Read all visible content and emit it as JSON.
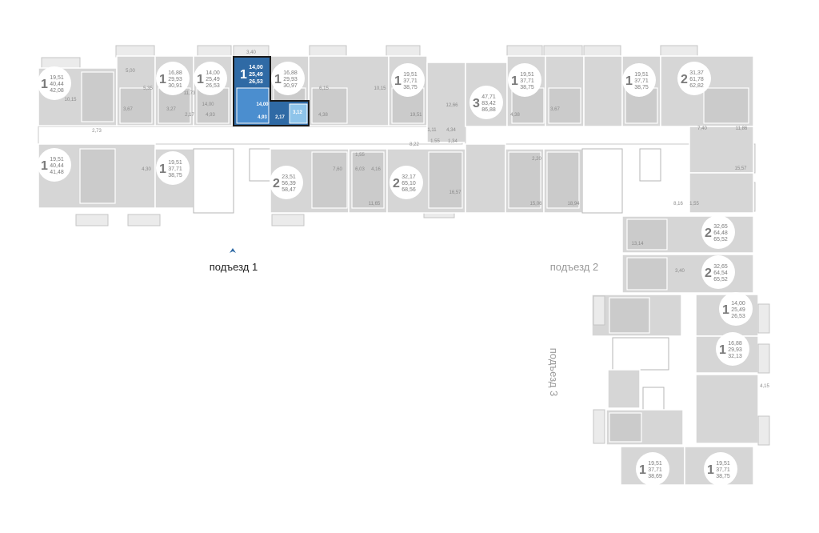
{
  "colors": {
    "unit": "#d6d6d6",
    "room": "#cbcbcb",
    "selected": "#2f6aa5",
    "selected_room": "#4b8ecf",
    "selected_bath": "#8ec4ea",
    "entrance_arrow": "#2f6aa5"
  },
  "entrances": {
    "e1": "подъезд 1",
    "e2": "подъезд 2",
    "e3": "подъезд 3"
  },
  "selected_apartment": {
    "rooms": "1",
    "living_area": "14,00",
    "total_area": "25,49",
    "area_with_balcony": "26,53",
    "room_area": "14,00",
    "kitchen_area": "4,93",
    "hall_area": "2,17",
    "bath_area": "3,12",
    "balcony_area": "3,40"
  },
  "apartments": [
    {
      "rooms": "1",
      "living": "19,51",
      "total": "40,44",
      "full": "42,08"
    },
    {
      "rooms": "1",
      "living": "16,88",
      "total": "29,93",
      "full": "30,91"
    },
    {
      "rooms": "1",
      "living": "14,00",
      "total": "25,49",
      "full": "26,53"
    },
    {
      "rooms": "1",
      "living": "16,88",
      "total": "29,93",
      "full": "30,97"
    },
    {
      "rooms": "1",
      "living": "19,51",
      "total": "37,71",
      "full": "38,75"
    },
    {
      "rooms": "3",
      "living": "47,71",
      "total": "83,42",
      "full": "86,88"
    },
    {
      "rooms": "1",
      "living": "19,51",
      "total": "37,71",
      "full": "38,75"
    },
    {
      "rooms": "1",
      "living": "19,51",
      "total": "37,71",
      "full": "38,75"
    },
    {
      "rooms": "2",
      "living": "31,37",
      "total": "61,78",
      "full": "62,82"
    },
    {
      "rooms": "1",
      "living": "19,51",
      "total": "40,44",
      "full": "41,48"
    },
    {
      "rooms": "1",
      "living": "19,51",
      "total": "37,71",
      "full": "38,75"
    },
    {
      "rooms": "2",
      "living": "23,51",
      "total": "56,39",
      "full": "58,47"
    },
    {
      "rooms": "2",
      "living": "32,17",
      "total": "65,10",
      "full": "68,56"
    },
    {
      "rooms": "2",
      "living": "32,65",
      "total": "64,48",
      "full": "65,52"
    },
    {
      "rooms": "2",
      "living": "32,65",
      "total": "64,54",
      "full": "65,52"
    },
    {
      "rooms": "1",
      "living": "14,00",
      "total": "25,49",
      "full": "26,53"
    },
    {
      "rooms": "1",
      "living": "16,88",
      "total": "29,93",
      "full": "32,13"
    },
    {
      "rooms": "1",
      "living": "19,51",
      "total": "37,71",
      "full": "38,69"
    },
    {
      "rooms": "1",
      "living": "19,51",
      "total": "37,71",
      "full": "38,75"
    }
  ],
  "room_labels": [
    "10,15",
    "5,00",
    "5,35",
    "3,67",
    "3,27",
    "2,17",
    "4,93",
    "11,73",
    "14,00",
    "4,38",
    "19,51",
    "6,15",
    "10,15",
    "12,66",
    "1,11",
    "1,55",
    "1,34",
    "4,34",
    "8,22",
    "7,40",
    "11,86",
    "4,38",
    "3,67",
    "13,14",
    "15,06",
    "18,94",
    "15,57",
    "8,16",
    "1,55",
    "3,40",
    "2,73",
    "4,30",
    "7,60",
    "6,03",
    "1,55",
    "4,16",
    "11,65",
    "16,57",
    "2,20",
    "4,15"
  ]
}
